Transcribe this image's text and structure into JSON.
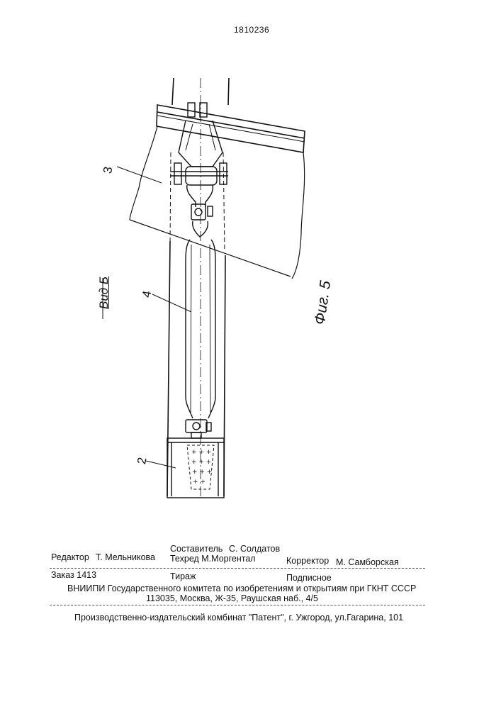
{
  "header": {
    "patent_number": "1810236"
  },
  "drawing": {
    "labels": {
      "part_3": "3",
      "part_4": "4",
      "part_2": "2"
    },
    "view_label": "Вид Б",
    "figure_label": "Фиг. 5"
  },
  "footer": {
    "editor_role": "Редактор",
    "editor_name": "Т. Мельникова",
    "compiler_role": "Составитель",
    "compiler_name": "С. Солдатов",
    "techred": "Техред М.Моргентал",
    "corrector_role": "Корректор",
    "corrector_name": "М. Самборская",
    "order": "Заказ 1413",
    "tirazh": "Тираж",
    "subscription": "Подписное",
    "organization": "ВНИИПИ Государственного комитета по изобретениям и открытиям при ГКНТ СССР",
    "address": "113035, Москва, Ж-35, Раушская наб., 4/5",
    "publisher": "Производственно-издательский комбинат \"Патент\", г. Ужгород, ул.Гагарина, 101"
  }
}
